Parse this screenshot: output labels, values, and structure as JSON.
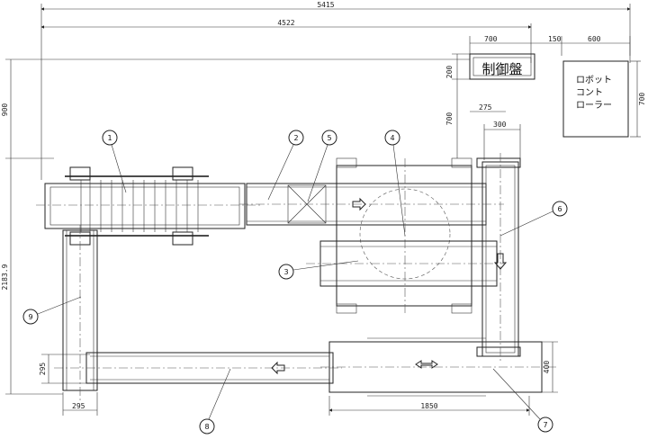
{
  "dimensions": {
    "total_width": "5415",
    "span_4522": "4522",
    "panel_width": "700",
    "gap_150": "150",
    "robot_ctrl_width": "600",
    "panel_height": "200",
    "offset_700": "700",
    "offset_275": "275",
    "width_300": "300",
    "robot_ctrl_height": "700",
    "height_900": "900",
    "total_height": "2183.9",
    "width_295_v": "295",
    "width_295_h": "295",
    "length_1850": "1850",
    "width_400": "400"
  },
  "labels": {
    "control_panel": "制御盤",
    "robot_controller": [
      "ロボット",
      "コント",
      "ローラー"
    ]
  },
  "balloons": [
    {
      "id": "b1",
      "text": "1"
    },
    {
      "id": "b2",
      "text": "2"
    },
    {
      "id": "b5",
      "text": "5"
    },
    {
      "id": "b4",
      "text": "4"
    },
    {
      "id": "b6",
      "text": "6"
    },
    {
      "id": "b3",
      "text": "3"
    },
    {
      "id": "b9",
      "text": "9"
    },
    {
      "id": "b8",
      "text": "8"
    },
    {
      "id": "b7",
      "text": "7"
    }
  ]
}
